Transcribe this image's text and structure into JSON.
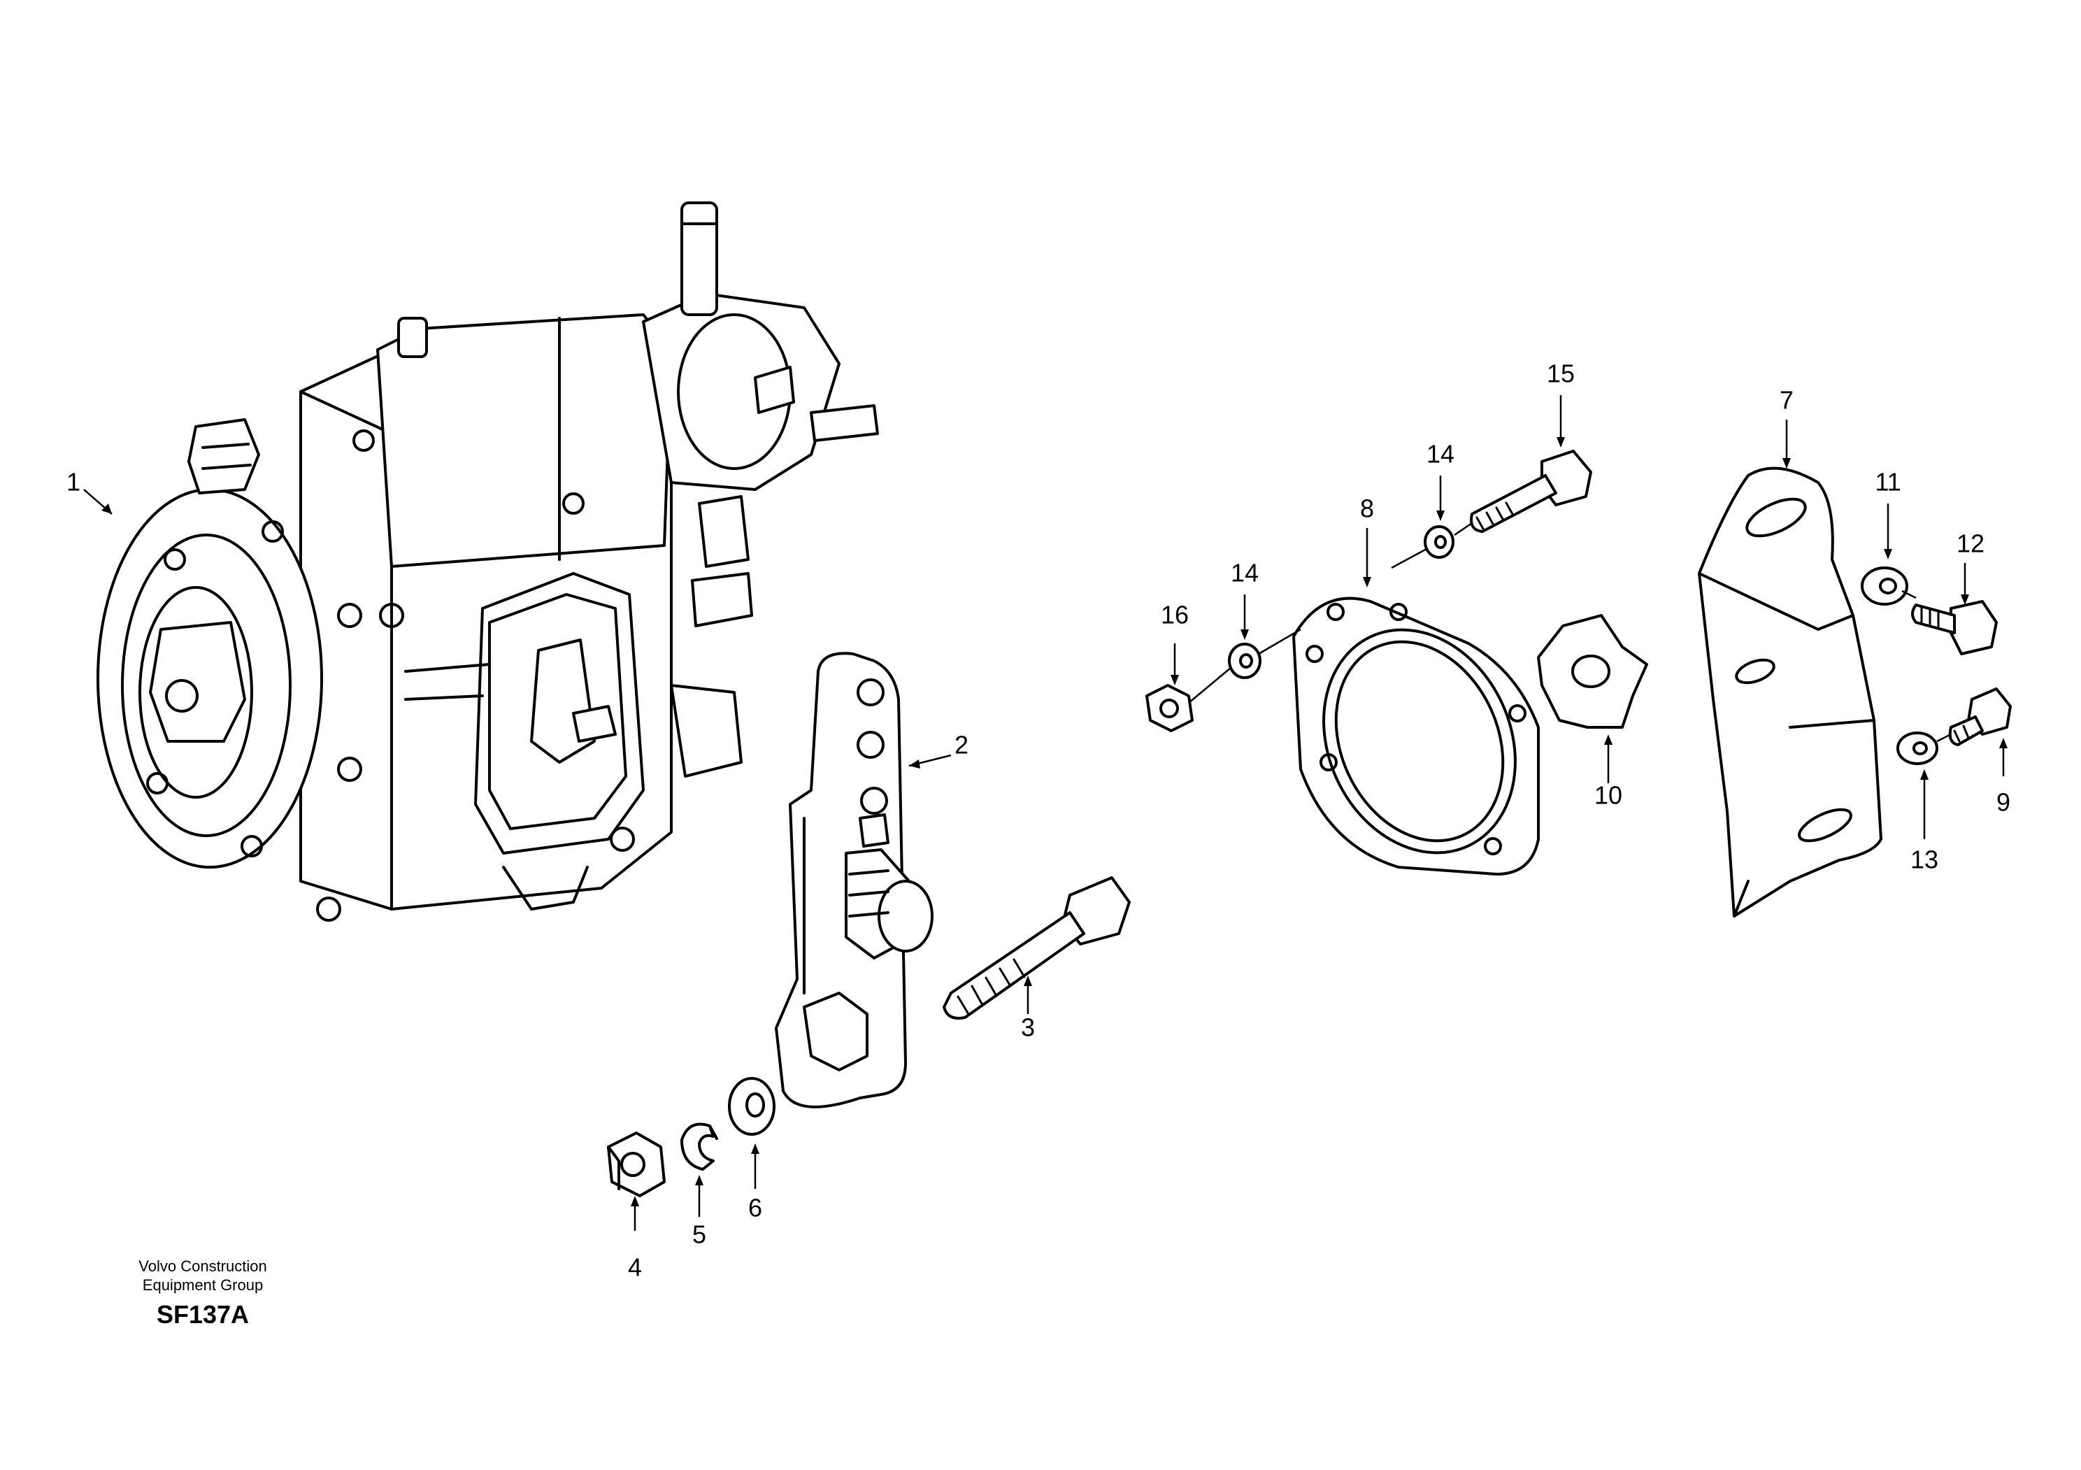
{
  "diagram": {
    "callouts": [
      {
        "id": "1",
        "label": "1"
      },
      {
        "id": "2",
        "label": "2"
      },
      {
        "id": "3",
        "label": "3"
      },
      {
        "id": "4",
        "label": "4"
      },
      {
        "id": "5",
        "label": "5"
      },
      {
        "id": "6",
        "label": "6"
      },
      {
        "id": "7",
        "label": "7"
      },
      {
        "id": "8",
        "label": "8"
      },
      {
        "id": "9",
        "label": "9"
      },
      {
        "id": "10",
        "label": "10"
      },
      {
        "id": "11",
        "label": "11"
      },
      {
        "id": "12",
        "label": "12"
      },
      {
        "id": "13",
        "label": "13"
      },
      {
        "id": "14a",
        "label": "14"
      },
      {
        "id": "14b",
        "label": "14"
      },
      {
        "id": "15",
        "label": "15"
      },
      {
        "id": "16",
        "label": "16"
      }
    ],
    "footer": {
      "company_line1": "Volvo Construction",
      "company_line2": "Equipment Group",
      "figure_code": "SF137A"
    }
  }
}
